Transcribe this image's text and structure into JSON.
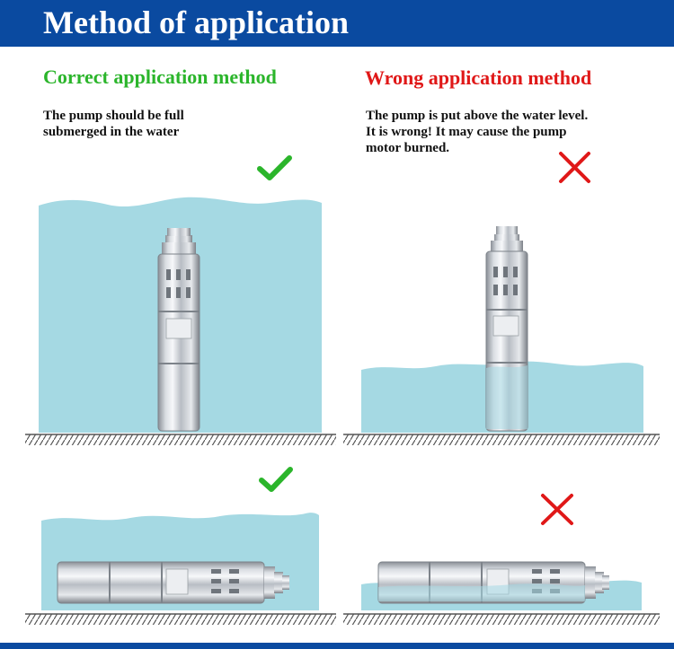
{
  "header": {
    "title": "Method of application"
  },
  "correct": {
    "heading": "Correct application method",
    "description_lines": [
      "The pump should be full",
      "submerged in the water"
    ],
    "mark_icon": "checkmark-icon"
  },
  "wrong": {
    "heading": "Wrong  application method",
    "description_lines": [
      "The pump is put above the water level.",
      "It is wrong! It may cause the pump",
      "motor burned."
    ],
    "mark_icon": "cross-icon"
  },
  "colors": {
    "header_bg": "#0a4aa0",
    "correct_text": "#2bb52b",
    "wrong_text": "#e01818",
    "water": "#a5d9e3",
    "check": "#2bb52b",
    "cross": "#e01818",
    "ground": "#555555"
  }
}
